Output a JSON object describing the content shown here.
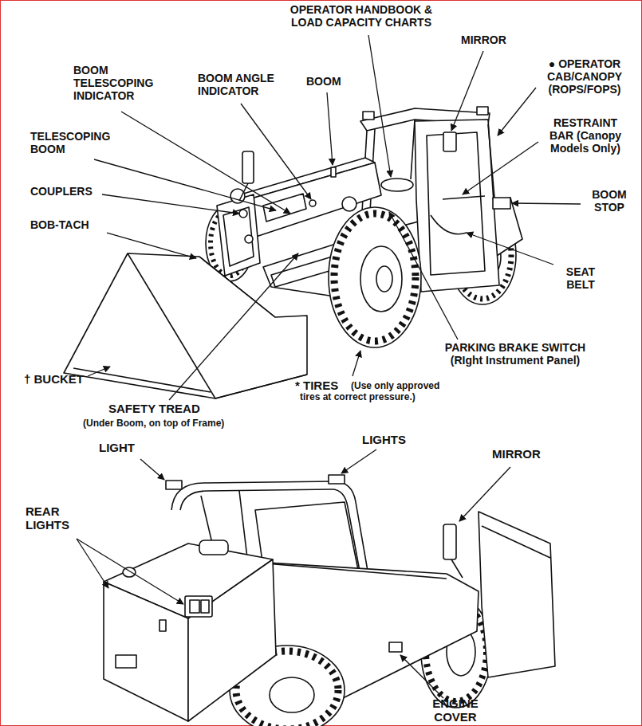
{
  "diagram": {
    "labels": [
      "OPERATOR HANDBOOK & LOAD CAPACITY CHARTS",
      "MIRROR",
      "● OPERATOR CAB/CANOPY (ROPS/FOPS)",
      "BOOM TELESCOPING INDICATOR",
      "BOOM ANGLE INDICATOR",
      "BOOM",
      "RESTRAINT BAR (Canopy Models Only)",
      "TELESCOPING BOOM",
      "BOOM STOP",
      "COUPLERS",
      "BOB-TACH",
      "SEAT BELT",
      "PARKING BRAKE SWITCH (RIght Instrument Panel)",
      "† BUCKET",
      "* TIRES",
      "(Use only approved tires at correct pressure.)",
      "SAFETY TREAD",
      "(Under Boom, on top of Frame)",
      "LIGHT",
      "LIGHTS",
      "MIRROR",
      "REAR LIGHTS",
      "ENGINE COVER"
    ]
  }
}
